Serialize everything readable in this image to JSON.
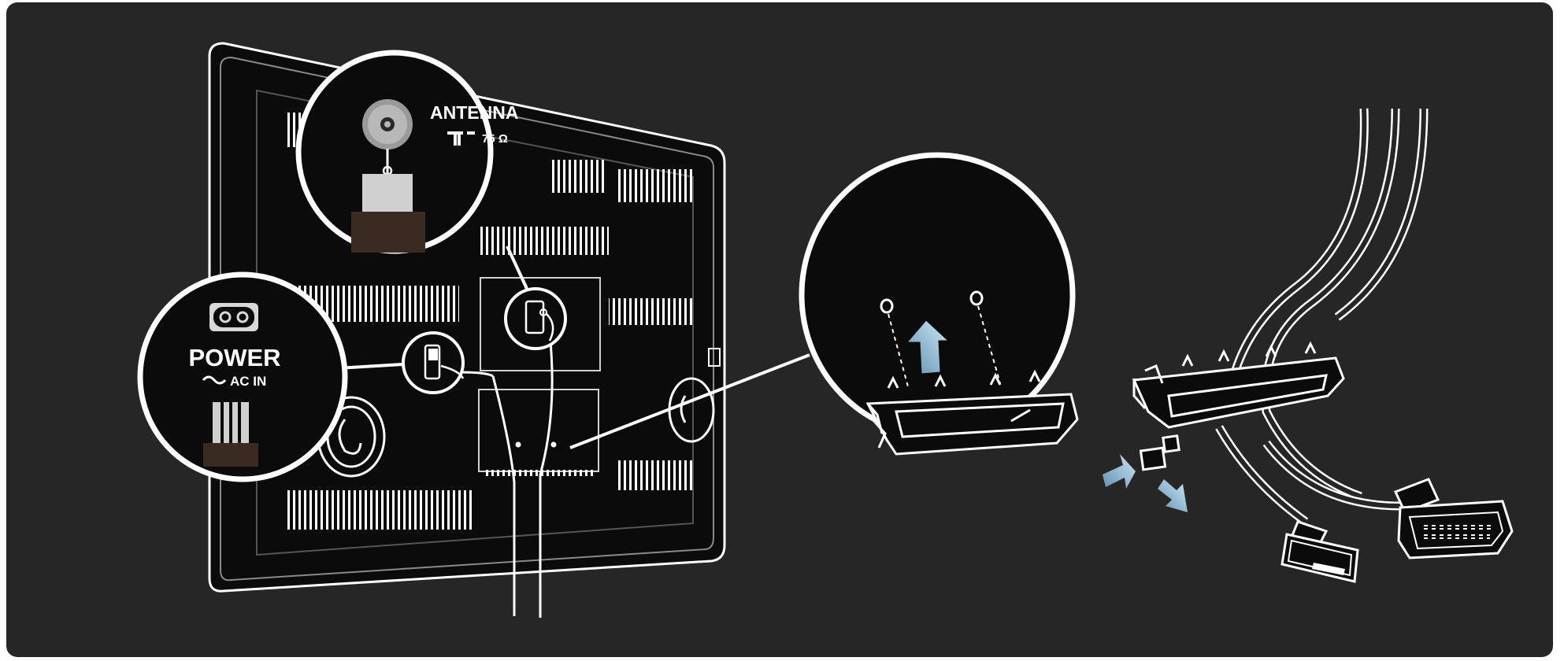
{
  "labels": {
    "antenna": "ANTENNA",
    "antenna_impedance": "75 Ω",
    "power": "POWER",
    "ac_in": "AC IN"
  },
  "colors": {
    "background": "#262626",
    "panel": "#0b0b0b",
    "line": "#ffffff",
    "arrow": "#7fb2cf"
  },
  "icons": [
    "antenna-socket-icon",
    "antenna-symbol-icon",
    "power-socket-icon",
    "ac-tilde-icon",
    "insert-arrow-icon",
    "hdmi-plug-icon",
    "scart-plug-icon"
  ]
}
